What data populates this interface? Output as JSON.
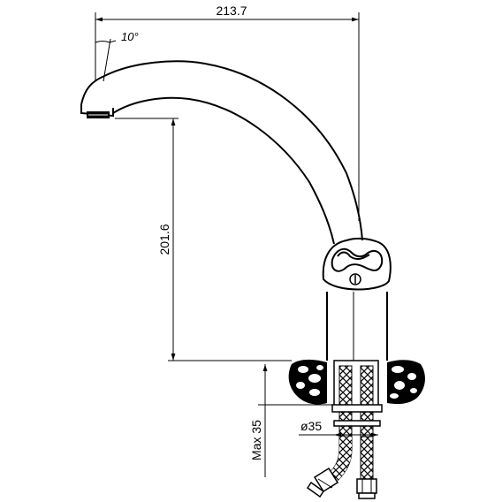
{
  "dimensions": {
    "width_label": "213.7",
    "angle_label": "10°",
    "height_label": "201.6",
    "diameter_label": "ø35",
    "max_label": "Max 35"
  }
}
